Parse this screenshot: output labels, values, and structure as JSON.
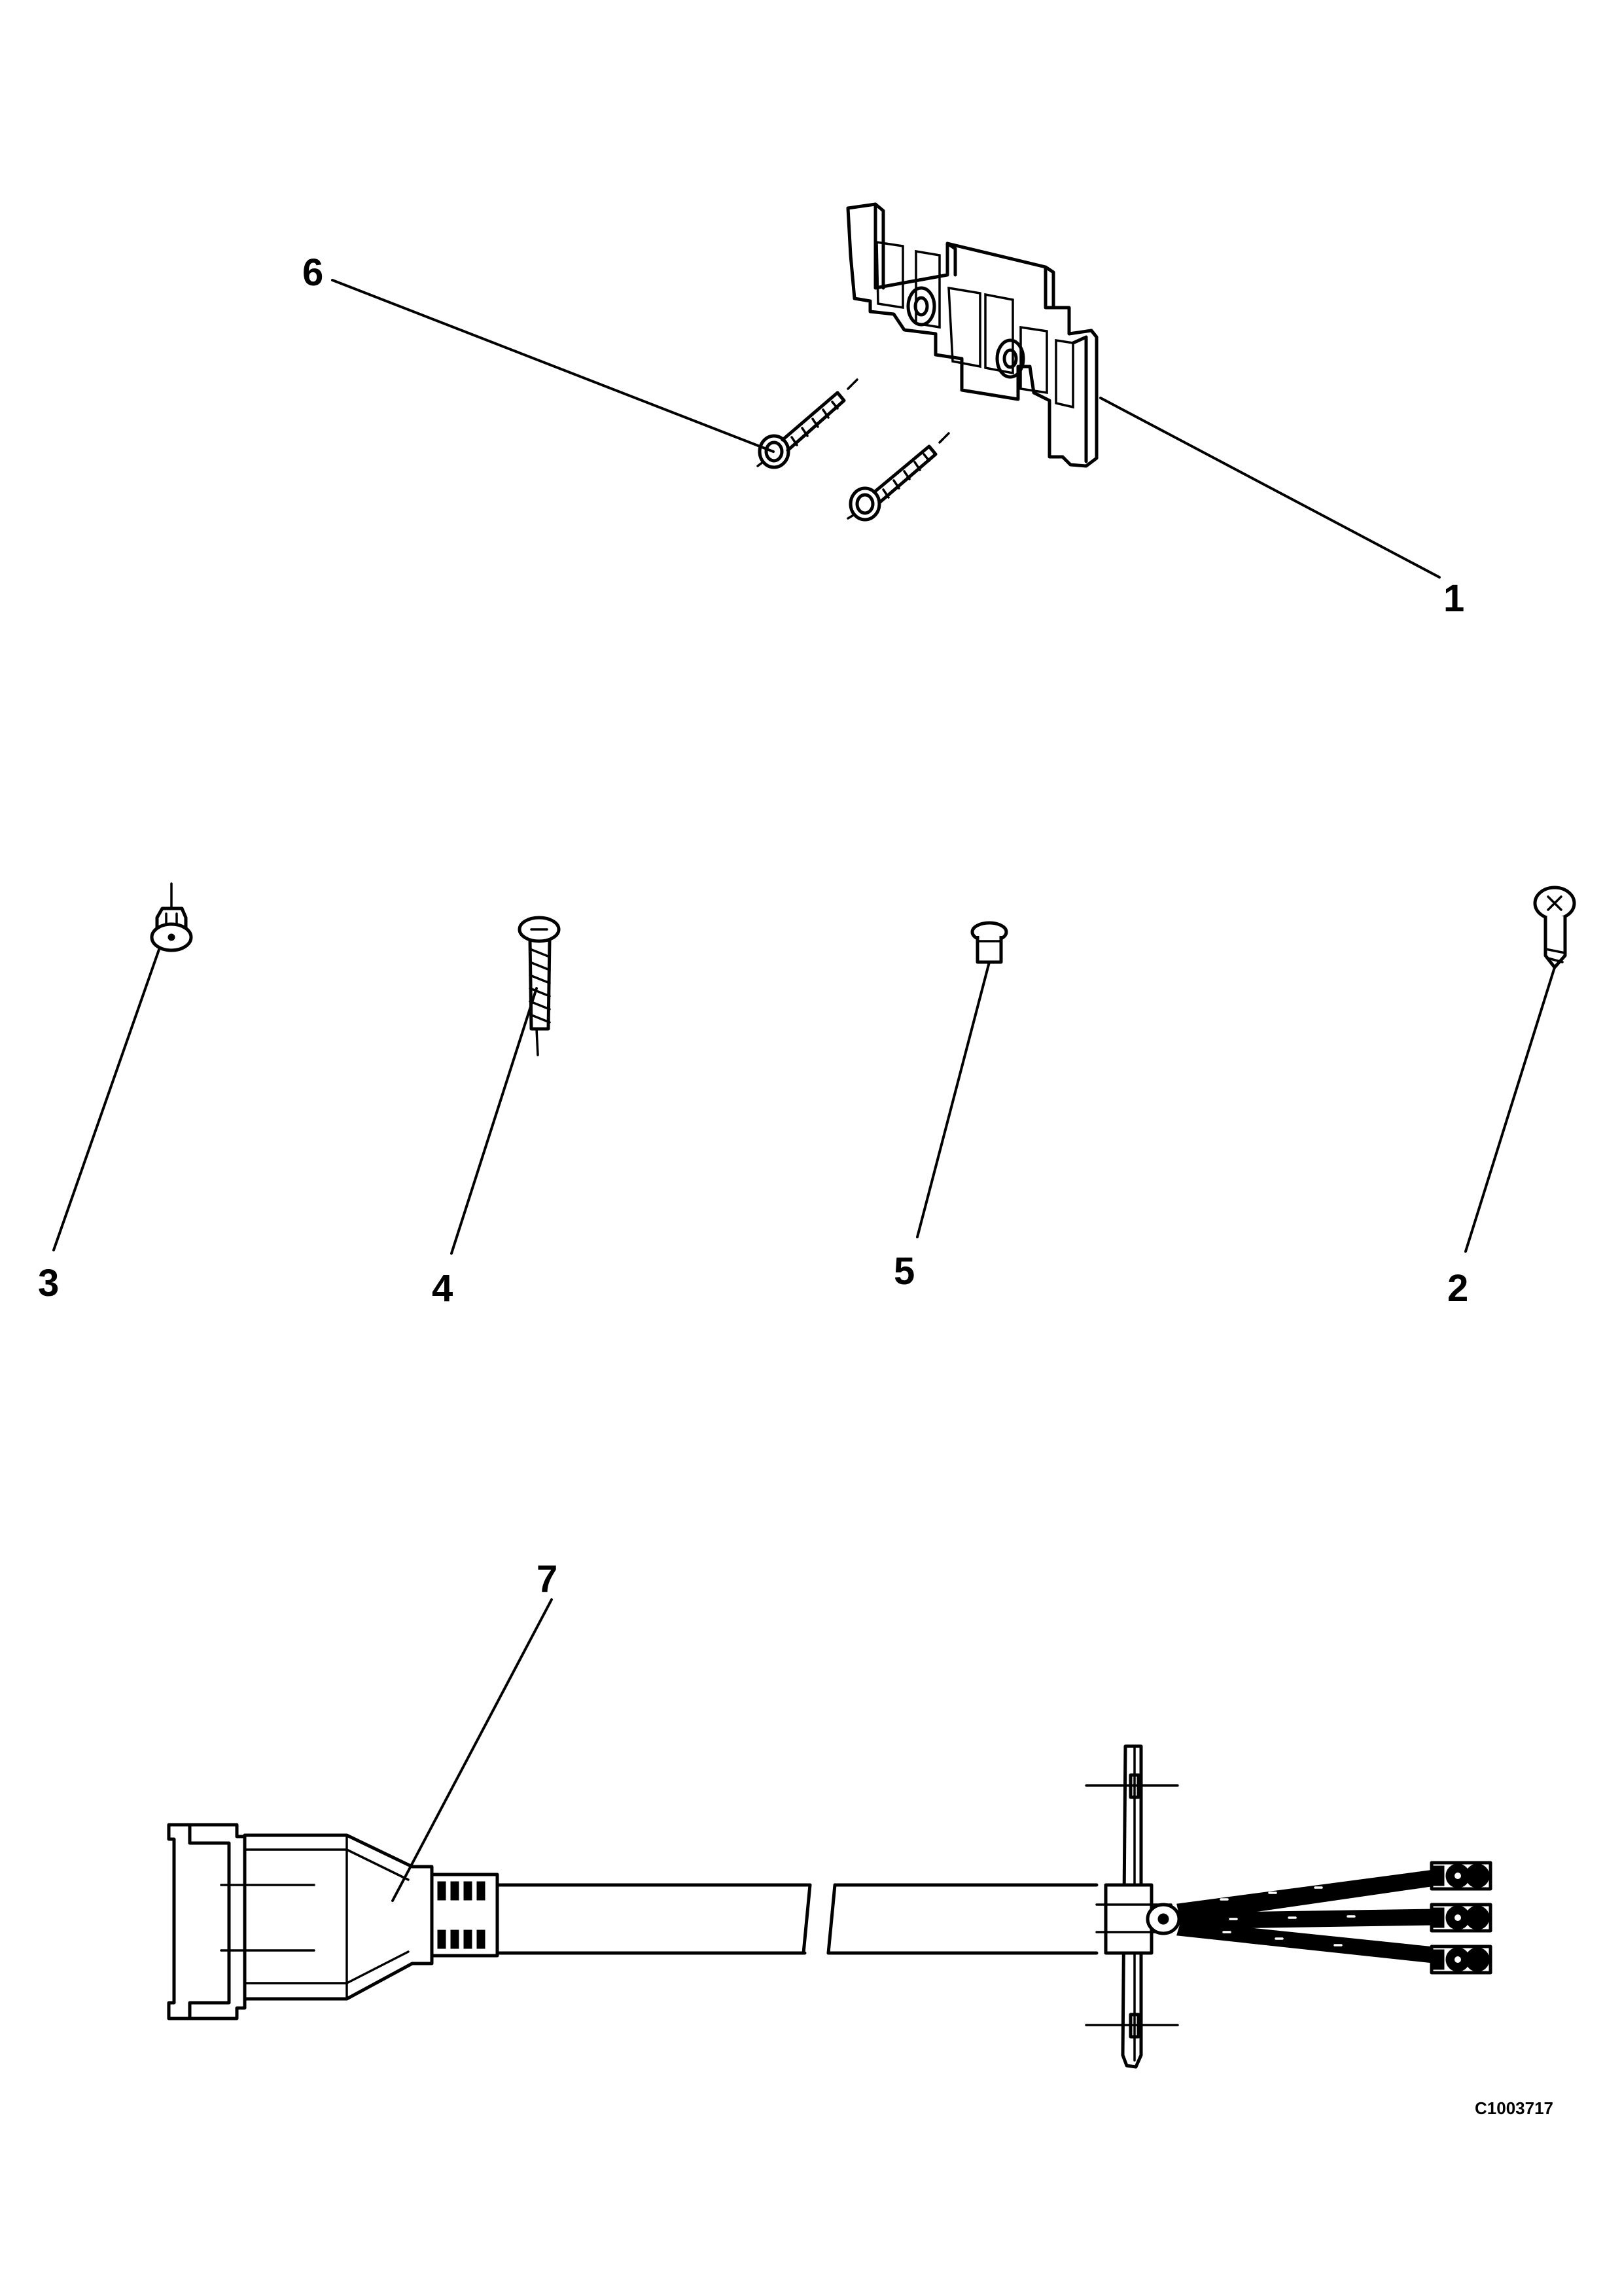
{
  "callouts": {
    "c1": "1",
    "c2": "2",
    "c3": "3",
    "c4": "4",
    "c5": "5",
    "c6": "6",
    "c7": "7"
  },
  "drawing_id": "C1003717",
  "colors": {
    "ink": "#000000",
    "paper": "#ffffff"
  }
}
